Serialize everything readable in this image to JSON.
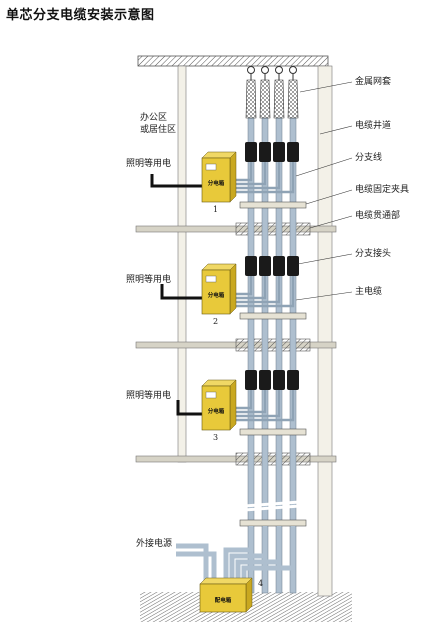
{
  "title": "单芯分支电缆安装示意图",
  "labels": {
    "office_area": "办公区",
    "residential_area": "或居住区",
    "lighting_1": "照明等用电",
    "lighting_2": "照明等用电",
    "lighting_3": "照明等用电",
    "external_power": "外接电源"
  },
  "callouts": {
    "metal_mesh": "金属网套",
    "cable_shaft": "电缆井道",
    "branch_line": "分支线",
    "cable_clamp": "电缆固定夹具",
    "cable_penetration": "电缆贯通部",
    "branch_joint": "分支接头",
    "main_cable": "主电缆"
  },
  "boxes": {
    "sub_box_label": "分电箱",
    "dist_box_label": "配电箱",
    "num_1": "1",
    "num_2": "2",
    "num_3": "3",
    "num_4": "4"
  },
  "colors": {
    "box_fill": "#e8c93a",
    "cable_fill": "#aebfcf",
    "joint_fill": "#1a1a1a",
    "wall_fill": "#f3f1e8"
  }
}
